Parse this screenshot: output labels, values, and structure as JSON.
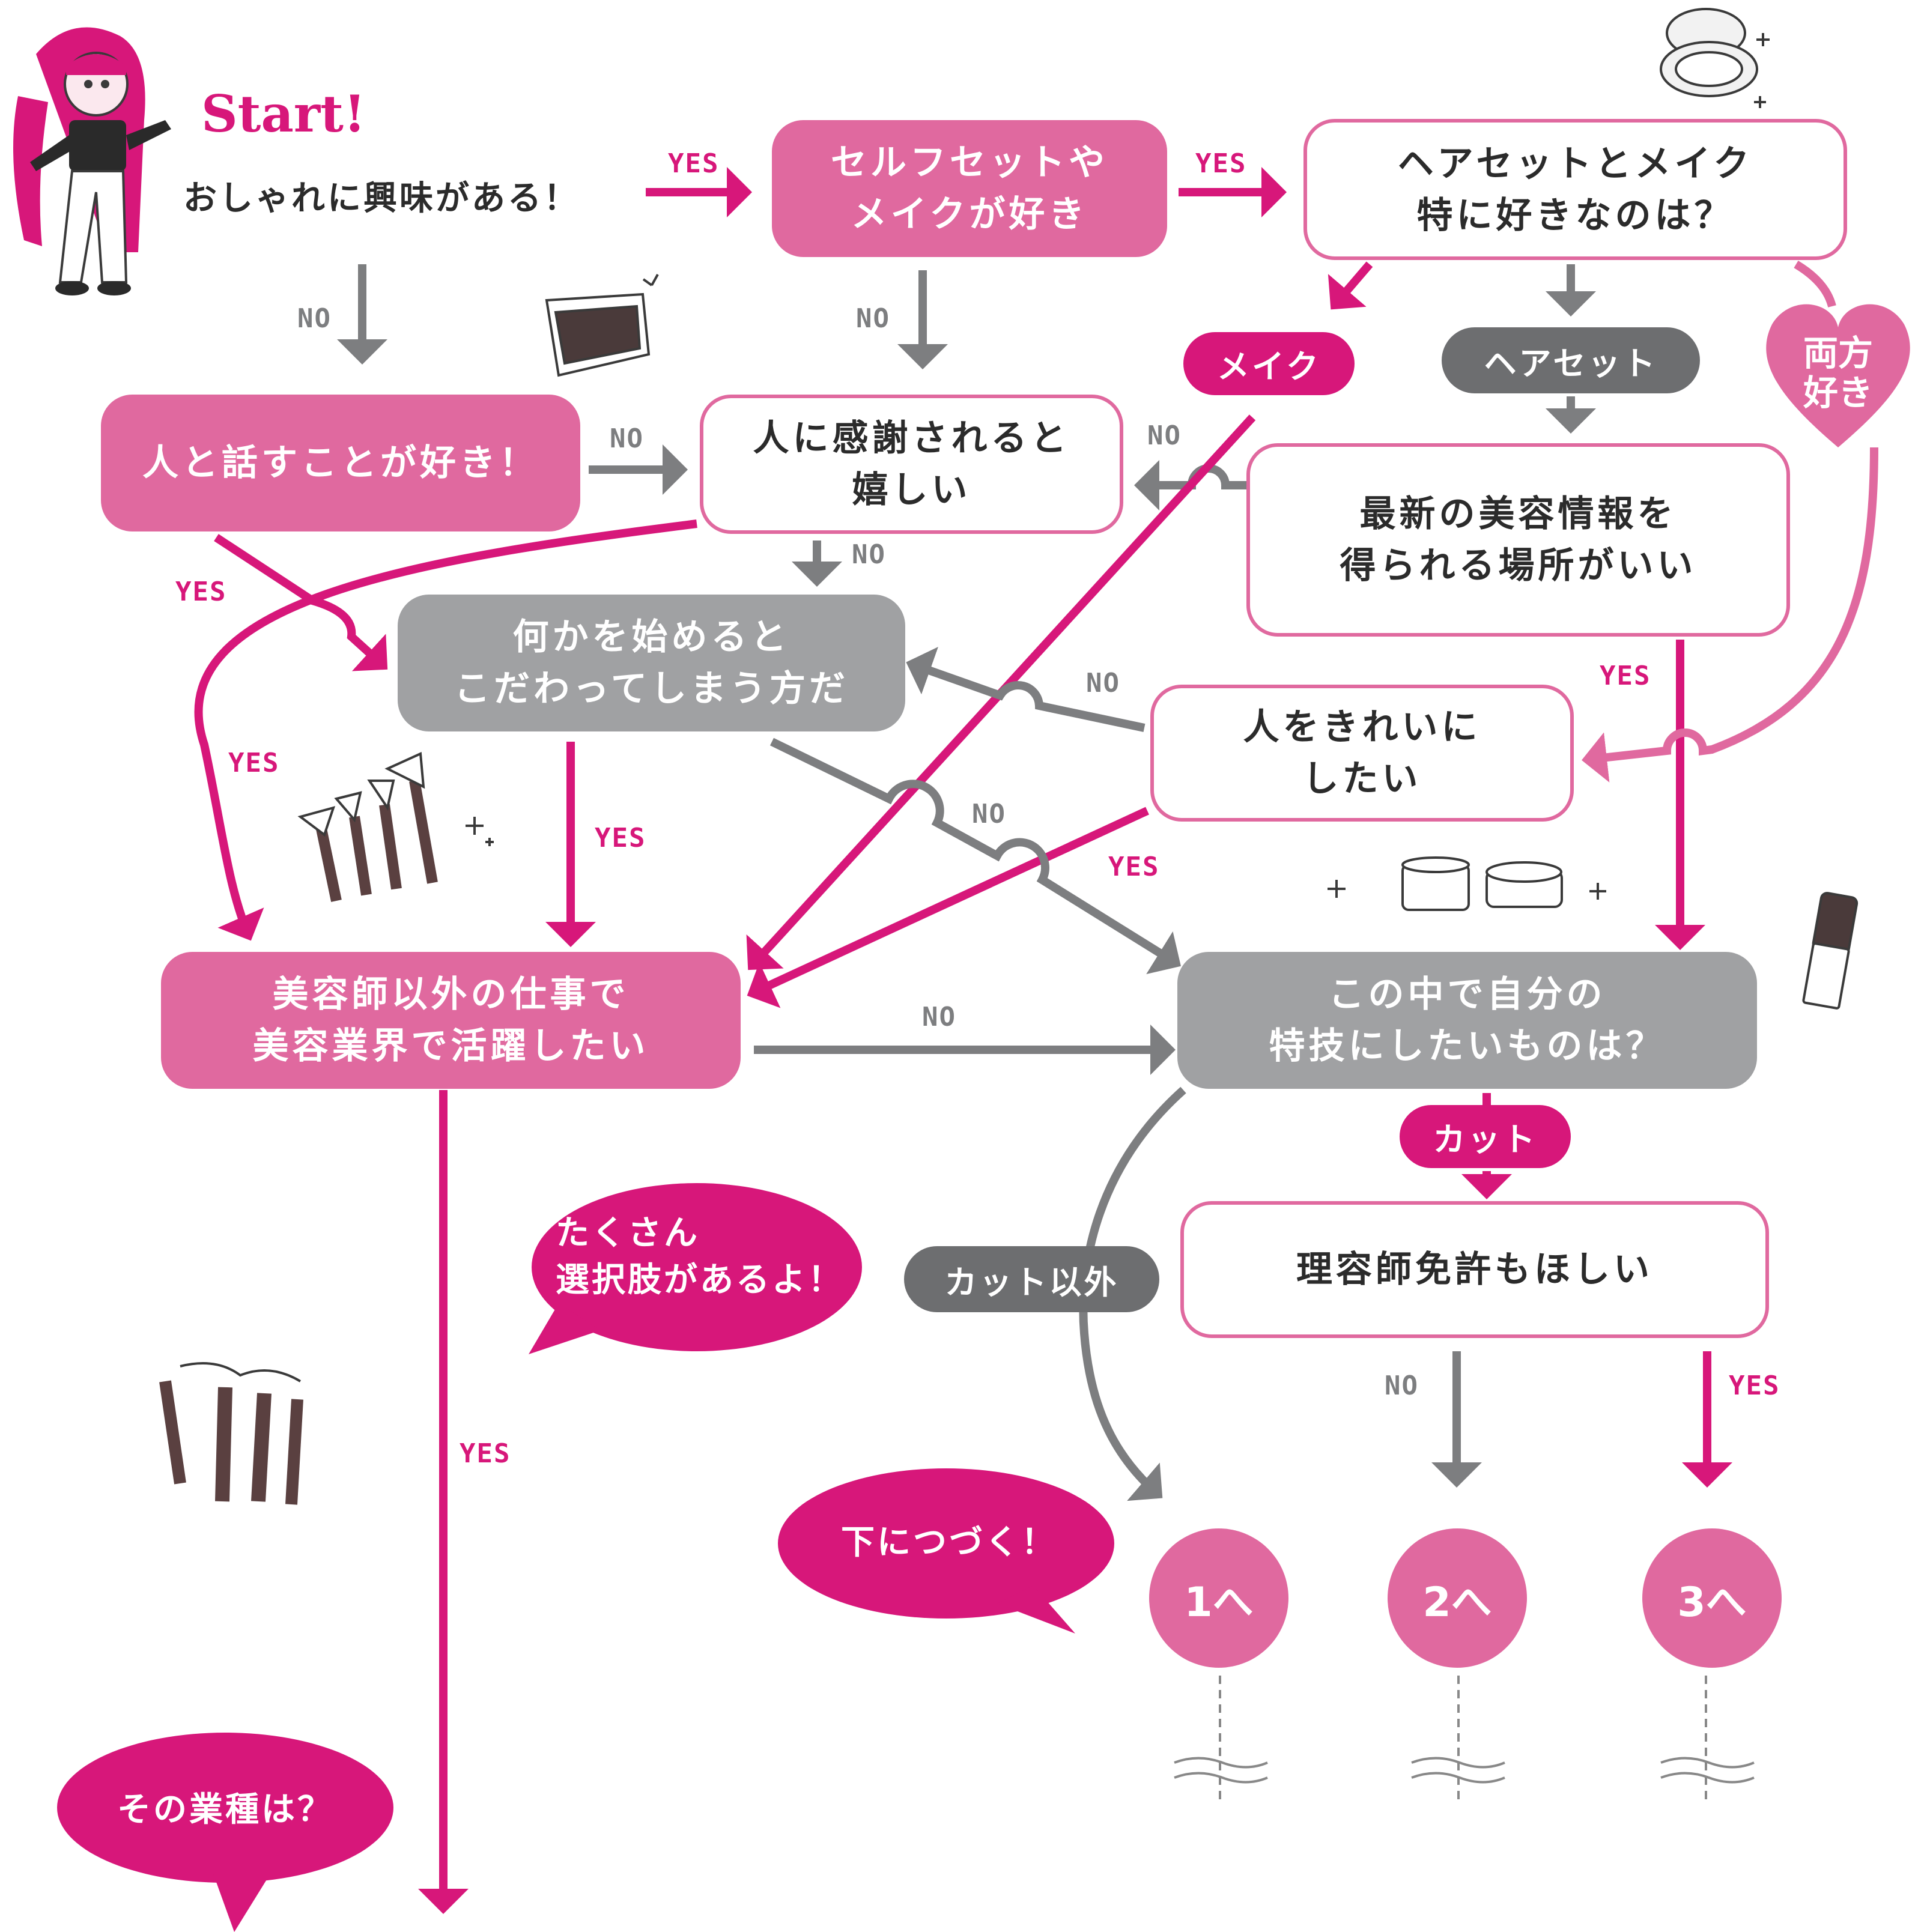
{
  "start": {
    "title": "Start!",
    "question": "おしゃれに興味がある！"
  },
  "nodes": {
    "self_set": "セルフセットや\nメイクが好き",
    "hair_or_makeup": "ヘアセットとメイク\n特に好きなのは？",
    "talk": "人と話すことが好き！",
    "thanked": "人に感謝されると\n嬉しい",
    "latest_info": "最新の美容情報を\n得られる場所がいい",
    "particular": "何かを始めると\nこだわってしまう方だ",
    "make_beautiful": "人をきれいに\nしたい",
    "beauty_industry": "美容師以外の仕事で\n美容業界で活躍したい",
    "specialty": "この中で自分の\n特技にしたいものは？",
    "barber_license": "理容師免許もほしい"
  },
  "pills": {
    "makeup": "メイク",
    "hairset": "ヘアセット",
    "both": "両方\n好き",
    "cut": "カット",
    "non_cut": "カット以外"
  },
  "labels": {
    "yes": "YES",
    "no": "NO"
  },
  "circles": [
    "1へ",
    "2へ",
    "3へ"
  ],
  "bubbles": {
    "many_choices": "たくさん\n選択肢があるよ！",
    "continue": "下につづく！",
    "which_industry": "その業種は？"
  },
  "colors": {
    "pink": "#e0699f",
    "magenta": "#d7177a",
    "gray": "#a0a1a3",
    "dark_gray": "#6d6e70",
    "text": "#2b2b2b"
  },
  "icons": [
    "character-illustration",
    "compact-powder-icon",
    "eyeshadow-palette-icon",
    "makeup-brushes-icon",
    "cream-jars-icon",
    "foundation-bottle-icon",
    "lipstick-set-icon",
    "sparkle-icon"
  ]
}
